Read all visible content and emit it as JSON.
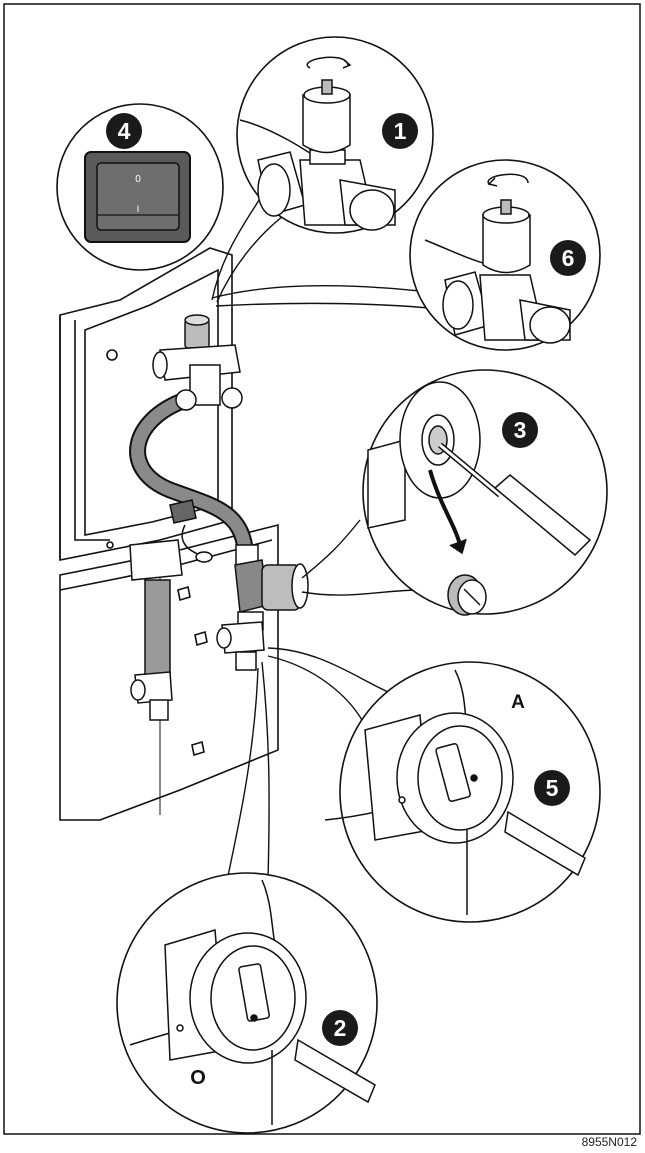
{
  "diagram": {
    "reference_code": "8955N012",
    "colors": {
      "line": "#111111",
      "fill": "#ffffff",
      "hose": "#8a8a8a",
      "badge": "#1a1a1a",
      "switch_face": "#6e6e6e"
    },
    "callouts": [
      {
        "id": "1",
        "label": "1",
        "subject": "air-vent-cap-loosen"
      },
      {
        "id": "2",
        "label": "2",
        "subject": "pump-valve-position-O"
      },
      {
        "id": "3",
        "label": "3",
        "subject": "pump-plug-screwdriver"
      },
      {
        "id": "4",
        "label": "4",
        "subject": "mains-switch"
      },
      {
        "id": "5",
        "label": "5",
        "subject": "pump-valve-position-A"
      },
      {
        "id": "6",
        "label": "6",
        "subject": "air-vent-cap-tighten"
      }
    ],
    "switch_labels": {
      "top": "0",
      "bottom": "I"
    },
    "valve_letters": {
      "open": "A",
      "closed": "O"
    }
  }
}
